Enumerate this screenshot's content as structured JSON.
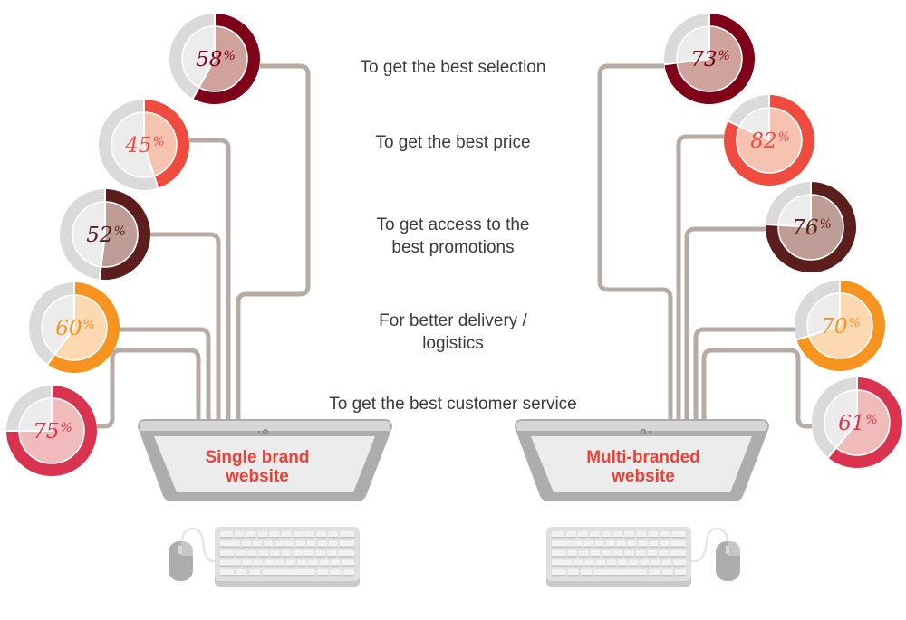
{
  "chart_data": {
    "type": "pie",
    "subtype": "donut-comparison-infographic",
    "title": "",
    "categories": [
      "To get the best selection",
      "To get the best price",
      "To get access to the best promotions",
      "For better delivery / logistics",
      "To get the best customer service"
    ],
    "series": [
      {
        "name": "Single brand website",
        "values": [
          58,
          45,
          52,
          60,
          75
        ],
        "labels": [
          "58%",
          "45%",
          "52%",
          "60%",
          "75%"
        ]
      },
      {
        "name": "Multi-branded website",
        "values": [
          73,
          82,
          76,
          70,
          61
        ],
        "labels": [
          "73%",
          "82%",
          "76%",
          "70%",
          "61%"
        ]
      }
    ],
    "unit": "%",
    "legend": "none"
  },
  "reasons": [
    {
      "lines": [
        "To get the best selection"
      ]
    },
    {
      "lines": [
        "To get the best price"
      ]
    },
    {
      "lines": [
        "To get access to the",
        "best promotions"
      ]
    },
    {
      "lines": [
        "For better delivery /",
        "logistics"
      ]
    },
    {
      "lines": [
        "To get the best customer service"
      ]
    }
  ],
  "devices": {
    "left": {
      "label_lines": [
        "Single brand",
        "website"
      ]
    },
    "right": {
      "label_lines": [
        "Multi-branded",
        "website"
      ]
    }
  },
  "percent_symbol": "%",
  "colors": {
    "category": [
      {
        "ring": "#7f0019",
        "fill": "#cfa29b",
        "text": "#7f0019"
      },
      {
        "ring": "#ef4c3f",
        "fill": "#f6c3b1",
        "text": "#ef4c3f"
      },
      {
        "ring": "#5c1e1c",
        "fill": "#bd9d96",
        "text": "#5c1e1c"
      },
      {
        "ring": "#f6941f",
        "fill": "#fcd9b0",
        "text": "#f6941f"
      },
      {
        "ring": "#d9334f",
        "fill": "#f0bcbb",
        "text": "#d9334f"
      }
    ],
    "remainder_ring": "#dadada",
    "remainder_fill": "#ececec",
    "connector": "#b7aca3",
    "text": "#3b3b3b",
    "screen_label": "#ee4037"
  }
}
